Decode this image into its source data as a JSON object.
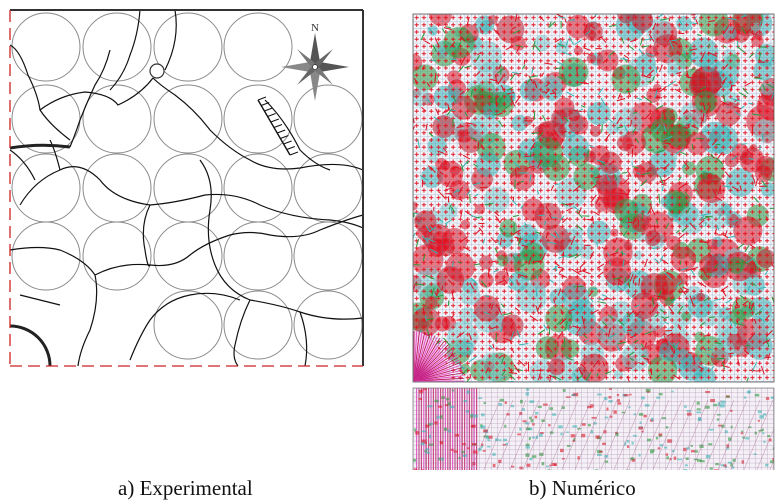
{
  "panel_a": {
    "caption": "a) Experimental",
    "compass_label": "N",
    "colors": {
      "frame": "#333333",
      "symmetry_edge": "#cc2222",
      "circle": "#8a8a8a",
      "crack": "#111111"
    }
  },
  "panel_b": {
    "caption": "b) Numérico",
    "colors": {
      "mesh": "#6f7fa8",
      "tension": "#e01020",
      "compression": "#36b8b8",
      "shear": "#2a9a3a",
      "support": "#e040c0"
    }
  }
}
